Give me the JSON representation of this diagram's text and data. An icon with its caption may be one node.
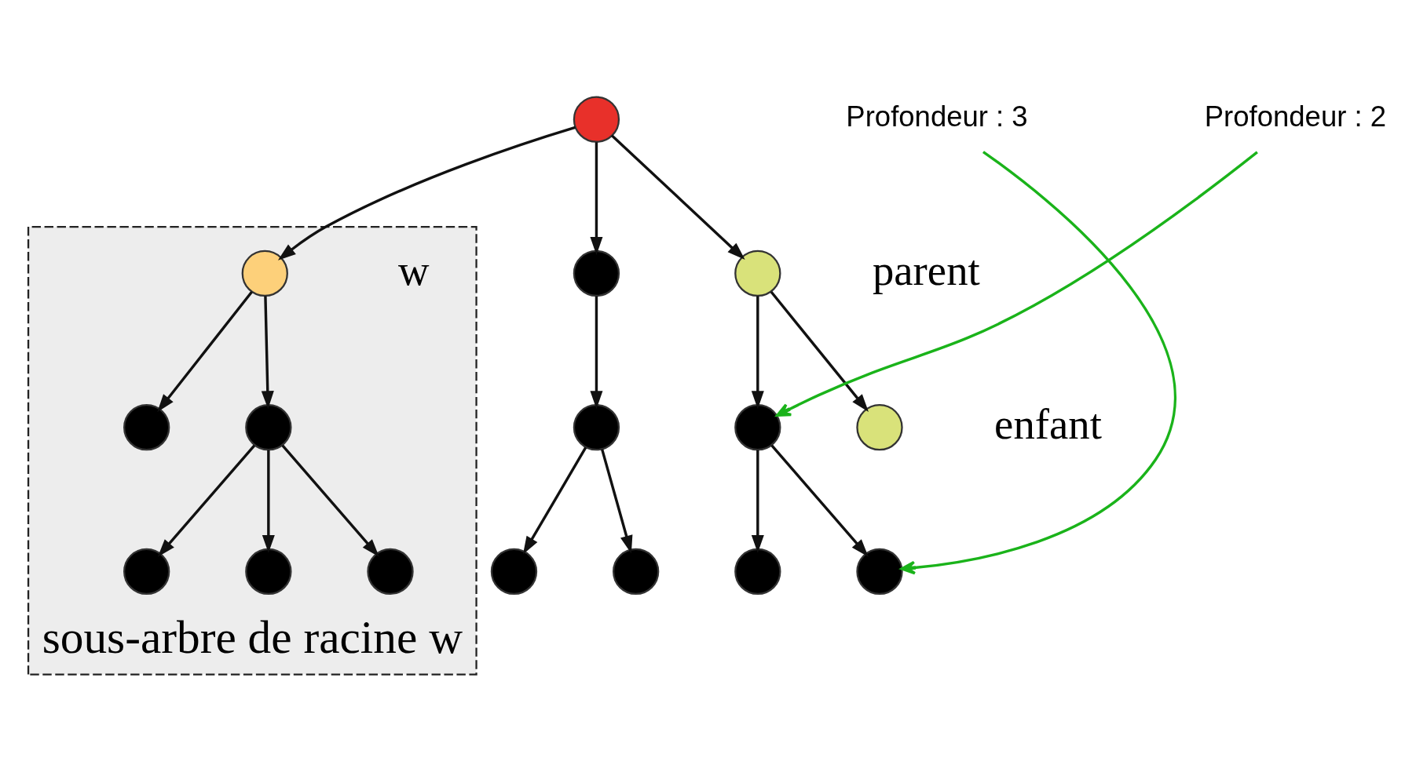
{
  "diagram": {
    "nodes": [
      {
        "text": [],
        "shape": "circle"
      },
      {
        "text": [],
        "shape": "circle"
      },
      {
        "text": [
          "sous-arbre de racine w"
        ]
      },
      {
        "text": [],
        "shape": "circle",
        "in": 2,
        "beside": [
          "w"
        ]
      },
      {
        "text": [],
        "shape": "circle",
        "beside": [
          "parent"
        ]
      },
      {
        "text": [],
        "shape": "circle"
      },
      {
        "text": [],
        "shape": "circle",
        "in": 2
      },
      {
        "text": [],
        "shape": "circle",
        "in": 2
      },
      {
        "text": [
          "Profondeur : 2"
        ]
      },
      {
        "text": [],
        "shape": "circle"
      },
      {
        "text": [],
        "shape": "circle",
        "beside": [
          "enfant"
        ]
      },
      {
        "text": [
          "Profondeur : 3"
        ]
      },
      {
        "text": [],
        "shape": "circle"
      },
      {
        "text": [],
        "shape": "circle"
      },
      {
        "text": [],
        "shape": "circle",
        "in": 2
      },
      {
        "text": [],
        "shape": "circle",
        "in": 2
      },
      {
        "text": [],
        "shape": "circle",
        "in": 2
      },
      {
        "text": [],
        "shape": "circle"
      },
      {
        "text": [],
        "shape": "circle"
      }
    ],
    "edges": [
      {
        "from": 0,
        "to": 1,
        "arrow": "to"
      },
      {
        "from": 0,
        "to": 3,
        "arrow": "to"
      },
      {
        "from": 0,
        "to": 4,
        "arrow": "to"
      },
      {
        "from": 1,
        "to": 5,
        "arrow": "to"
      },
      {
        "from": 3,
        "to": 6,
        "arrow": "to"
      },
      {
        "from": 3,
        "to": 7,
        "arrow": "to"
      },
      {
        "from": 4,
        "to": 9,
        "arrow": "to"
      },
      {
        "from": 4,
        "to": 10,
        "arrow": "to"
      },
      {
        "from": 8,
        "to": 9,
        "arrow": "to",
        "color": "#1ab31a"
      },
      {
        "from": 5,
        "to": 12,
        "arrow": "to"
      },
      {
        "from": 5,
        "to": 13,
        "arrow": "to"
      },
      {
        "from": 7,
        "to": 14,
        "arrow": "to"
      },
      {
        "from": 7,
        "to": 15,
        "arrow": "to"
      },
      {
        "from": 7,
        "to": 16,
        "arrow": "to"
      },
      {
        "from": 9,
        "to": 17,
        "arrow": "to"
      },
      {
        "from": 9,
        "to": 18,
        "arrow": "to"
      },
      {
        "from": 11,
        "to": 18,
        "arrow": "to",
        "color": "#1ab31a"
      }
    ]
  }
}
